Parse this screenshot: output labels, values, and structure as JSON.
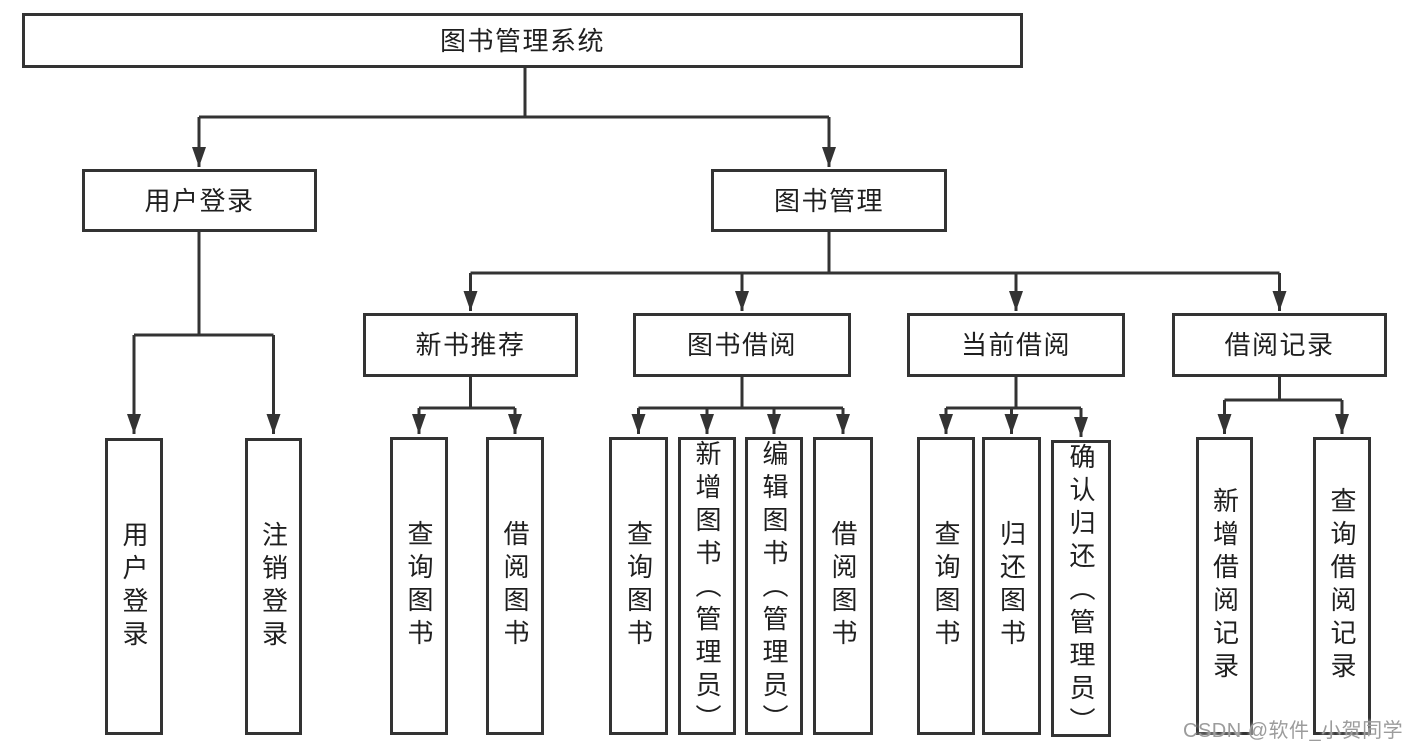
{
  "palette": {
    "line_color": "#333333",
    "box_fill": "#ffffff",
    "text_color": "#1f1f1f",
    "watermark_color": "#9c9c9c",
    "background": "#ffffff"
  },
  "tree": {
    "label": "图书管理系统",
    "children": [
      {
        "label": "用户登录",
        "children": [
          {
            "label": "用户登录"
          },
          {
            "label": "注销登录"
          }
        ]
      },
      {
        "label": "图书管理",
        "children": [
          {
            "label": "新书推荐",
            "children": [
              {
                "label": "查询图书"
              },
              {
                "label": "借阅图书"
              }
            ]
          },
          {
            "label": "图书借阅",
            "children": [
              {
                "label": "查询图书"
              },
              {
                "label": "新增图书（管理员）"
              },
              {
                "label": "编辑图书（管理员）"
              },
              {
                "label": "借阅图书"
              }
            ]
          },
          {
            "label": "当前借阅",
            "children": [
              {
                "label": "查询图书"
              },
              {
                "label": "归还图书"
              },
              {
                "label": "确认归还（管理员）"
              }
            ]
          },
          {
            "label": "借阅记录",
            "children": [
              {
                "label": "新增借阅记录"
              },
              {
                "label": "查询借阅记录"
              }
            ]
          }
        ]
      }
    ]
  },
  "watermark": {
    "text": "CSDN @软件_小贺同学"
  }
}
